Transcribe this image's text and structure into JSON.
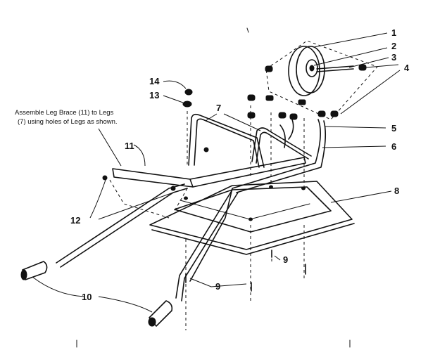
{
  "note": {
    "line1": "Assemble Leg Brace (11) to Legs",
    "line2": "(7) using holes of Legs as shown."
  },
  "callouts": [
    {
      "id": "c1",
      "label": "1"
    },
    {
      "id": "c2",
      "label": "2"
    },
    {
      "id": "c3",
      "label": "3"
    },
    {
      "id": "c4",
      "label": "4"
    },
    {
      "id": "c5",
      "label": "5"
    },
    {
      "id": "c6",
      "label": "6"
    },
    {
      "id": "c7",
      "label": "7"
    },
    {
      "id": "c8",
      "label": "8"
    },
    {
      "id": "c9a",
      "label": "9"
    },
    {
      "id": "c9b",
      "label": "9"
    },
    {
      "id": "c10",
      "label": "10"
    },
    {
      "id": "c11",
      "label": "11"
    },
    {
      "id": "c12",
      "label": "12"
    },
    {
      "id": "c13",
      "label": "13"
    },
    {
      "id": "c14",
      "label": "14"
    }
  ]
}
